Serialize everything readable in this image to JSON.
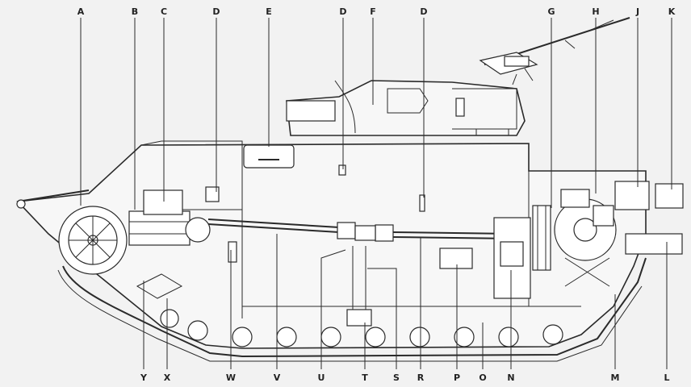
{
  "diagram": {
    "top_labels": [
      "A",
      "B",
      "C",
      "D",
      "E",
      "D",
      "F",
      "D",
      "G",
      "H",
      "J",
      "K"
    ],
    "bottom_labels": [
      "Y",
      "X",
      "W",
      "V",
      "U",
      "T",
      "S",
      "R",
      "P",
      "O",
      "N",
      "M",
      "L"
    ]
  }
}
